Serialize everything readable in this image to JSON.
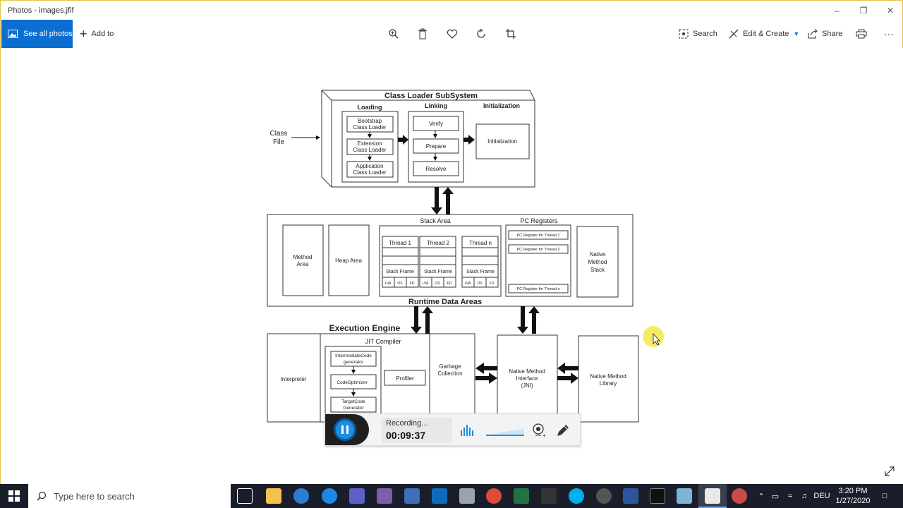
{
  "window": {
    "title": "Photos - images.jfif"
  },
  "toolbar": {
    "see_all_label": "See all photos",
    "add_to_label": "Add to",
    "search_label": "Search",
    "edit_create_label": "Edit & Create",
    "share_label": "Share",
    "more_label": "···"
  },
  "diagram": {
    "class_file": [
      "Class",
      "File"
    ],
    "class_loader_title": "Class Loader SubSystem",
    "loading": "Loading",
    "linking": "Linking",
    "initialization_header": "Initialization",
    "bootstrap": [
      "Bootstrap",
      "Class Loader"
    ],
    "extension": [
      "Extension",
      "Class Loader"
    ],
    "application": [
      "Application",
      "Class Loader"
    ],
    "verify": "Verify",
    "prepare": "Prepare",
    "resolve": "Resolve",
    "initialization_box": "Initialization",
    "stack_area": "Stack Area",
    "pc_registers": "PC Registers",
    "method_area": [
      "Method",
      "Area"
    ],
    "heap_area": "Heap Area",
    "thread1": "Thread 1",
    "thread2": "Thread 2",
    "threadn": "Thread n",
    "stack_frame": "Stack Frame",
    "lva": "LVA",
    "os": "OS",
    "fd": "FD",
    "pc_thread1": "PC Register for Thread 1",
    "pc_thread2": "PC Register for Thread 2",
    "pc_threadn": "PC Register for Thread n",
    "native_method_stack": [
      "Native",
      "Method",
      "Stack"
    ],
    "runtime_data_areas": "Runtime Data Areas",
    "execution_engine": "Execution Engine",
    "jit_compiler": "JIT Compiler",
    "interpreter": "Interpreter",
    "intermediate": [
      "IntermediateCode",
      "generator"
    ],
    "code_optimizer": "CodeOptimizer",
    "target_code": [
      "TargetCode",
      "Generator"
    ],
    "profiler": "Profiler",
    "garbage_collection": [
      "Garbage",
      "Collection"
    ],
    "native_method_interface": [
      "Native Method",
      "Interface",
      "(JNI)"
    ],
    "native_method_library": [
      "Native Method",
      "Library"
    ]
  },
  "recorder": {
    "status": "Recording...",
    "time": "00:09:37"
  },
  "taskbar": {
    "search_placeholder": "Type here to search",
    "language": "DEU",
    "time": "3:20 PM",
    "date": "1/27/2020"
  },
  "colors": {
    "accent": "#0b6fd1",
    "taskbar": "#1a1e2a",
    "cursor_highlight": "#f5e84a"
  }
}
